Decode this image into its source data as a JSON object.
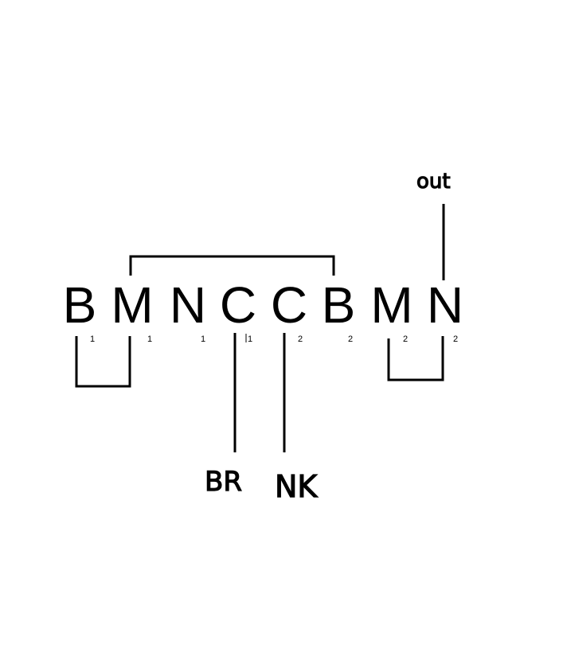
{
  "terminals": [
    {
      "letter": "B",
      "index": "1"
    },
    {
      "letter": "M",
      "index": "1"
    },
    {
      "letter": "N",
      "index": "1"
    },
    {
      "letter": "C",
      "index": "1"
    },
    {
      "letter": "C",
      "index": "2"
    },
    {
      "letter": "B",
      "index": "2"
    },
    {
      "letter": "M",
      "index": "2"
    },
    {
      "letter": "N",
      "index": "2"
    }
  ],
  "labels": {
    "out": "out",
    "br": "BR",
    "nk": "NK"
  },
  "colors": {
    "ink": "#000000",
    "background": "#ffffff"
  }
}
